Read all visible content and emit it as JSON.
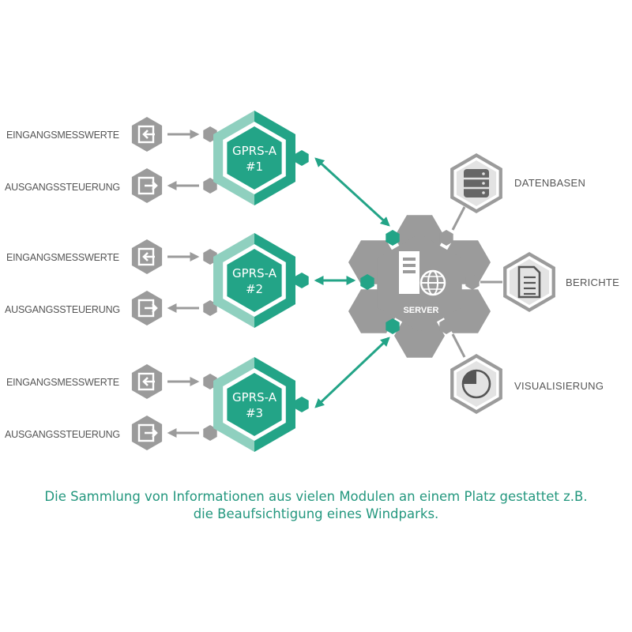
{
  "modules": [
    {
      "name_line1": "GPRS-A",
      "name_line2": "#1",
      "input_label": "EINGANGSMESSWERTE",
      "output_label": "AUSGANGSSTEUERUNG"
    },
    {
      "name_line1": "GPRS-A",
      "name_line2": "#2",
      "input_label": "EINGANGSMESSWERTE",
      "output_label": "AUSGANGSSTEUERUNG"
    },
    {
      "name_line1": "GPRS-A",
      "name_line2": "#3",
      "input_label": "EINGANGSMESSWERTE",
      "output_label": "AUSGANGSSTEUERUNG"
    }
  ],
  "server": {
    "label": "SERVER",
    "icon": "server-globe-icon"
  },
  "outputs": [
    {
      "label": "DATENBASEN",
      "icon": "database-icon"
    },
    {
      "label": "BERICHTE",
      "icon": "document-icon"
    },
    {
      "label": "VISUALISIERUNG",
      "icon": "pie-chart-icon"
    }
  ],
  "caption": {
    "line1": "Die Sammlung von Informationen aus vielen Modulen an einem Platz gestattet z.B.",
    "line2": "die Beaufsichtigung eines Windparks."
  },
  "colors": {
    "teal": "#23a487",
    "teal_light": "#8fd0bf",
    "gray": "#9b9b9b",
    "gray_dark": "#888888",
    "caption": "#23977e"
  }
}
